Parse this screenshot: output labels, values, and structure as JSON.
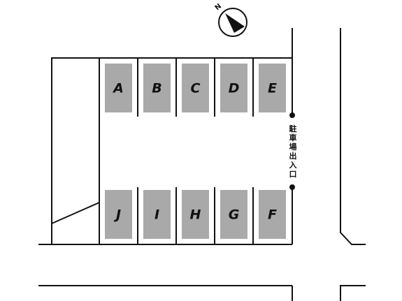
{
  "compass": {
    "label": "N",
    "icon": "north-arrow-icon"
  },
  "bays_top": [
    "A",
    "B",
    "C",
    "D",
    "E"
  ],
  "bays_bottom": [
    "J",
    "I",
    "H",
    "G",
    "F"
  ],
  "entrance": {
    "chars": [
      "駐",
      "車",
      "場",
      "出",
      "入",
      "口"
    ]
  },
  "colors": {
    "bay_fill": "#a9a9a9",
    "line": "#111111",
    "background": "#ffffff"
  }
}
